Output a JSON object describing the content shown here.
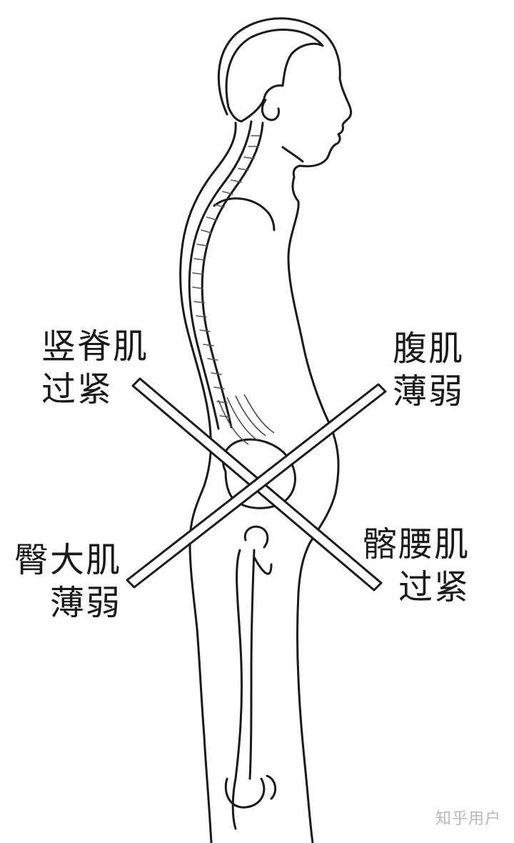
{
  "labels": {
    "erector_spinae": {
      "line1": "竖脊肌",
      "line2": "过紧"
    },
    "abdominals": {
      "line1": "腹肌",
      "line2": "薄弱"
    },
    "gluteus": {
      "line1": "臀大肌",
      "line2": "薄弱"
    },
    "iliopsoas": {
      "line1": "髂腰肌",
      "line2": "过紧"
    }
  },
  "watermark": "知乎用户",
  "colors": {
    "ink": "#1a1a1a",
    "background": "#ffffff",
    "watermark": "#b8b8b8"
  }
}
